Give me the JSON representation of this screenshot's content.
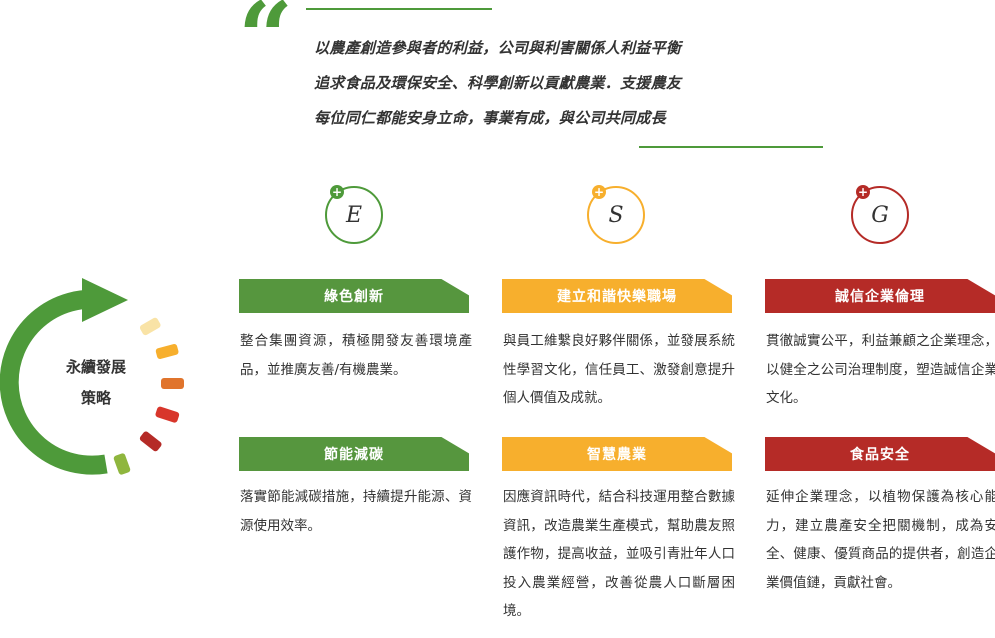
{
  "quote": {
    "mark": "“",
    "lines": [
      "以農產創造參與者的利益，公司與利害關係人利益平衡",
      "追求食品及環保安全、科學創新以貢獻農業．支援農友",
      "每位同仁都能安身立命，事業有成，與公司共同成長"
    ]
  },
  "strategy": {
    "line1": "永續發展",
    "line2": "策略"
  },
  "pillars": [
    {
      "letter": "E",
      "plus": "+",
      "color": "#4e9a3a"
    },
    {
      "letter": "S",
      "plus": "+",
      "color": "#f7af2d"
    },
    {
      "letter": "G",
      "plus": "+",
      "color": "#b52b27"
    }
  ],
  "items": [
    {
      "title": "綠色創新",
      "text": "整合集團資源，積極開發友善環境產品，並推廣友善/有機農業。"
    },
    {
      "title": "建立和諧快樂職場",
      "text": "與員工維繫良好夥伴關係，並發展系統性學習文化，信任員工、激發創意提升個人價值及成就。"
    },
    {
      "title": "誠信企業倫理",
      "text": "貫徹誠實公平，利益兼顧之企業理念，以健全之公司治理制度，塑造誠信企業文化。"
    },
    {
      "title": "節能減碳",
      "text": "落實節能減碳措施，持續提升能源、資源使用效率。"
    },
    {
      "title": "智慧農業",
      "text": "因應資訊時代，結合科技運用整合數據資訊，改造農業生產模式，幫助農友照護作物，提高收益，並吸引青壯年人口投入農業經營，改善從農人口斷層困境。"
    },
    {
      "title": "食品安全",
      "text": "延伸企業理念，以植物保護為核心能力，建立農產安全把關機制，成為安全、健康、優質商品的提供者，創造企業價值鏈，貢獻社會。"
    }
  ],
  "colors": {
    "green": "#56963e",
    "yellow": "#f7af2d",
    "red": "#b52b27",
    "text": "#333333"
  }
}
